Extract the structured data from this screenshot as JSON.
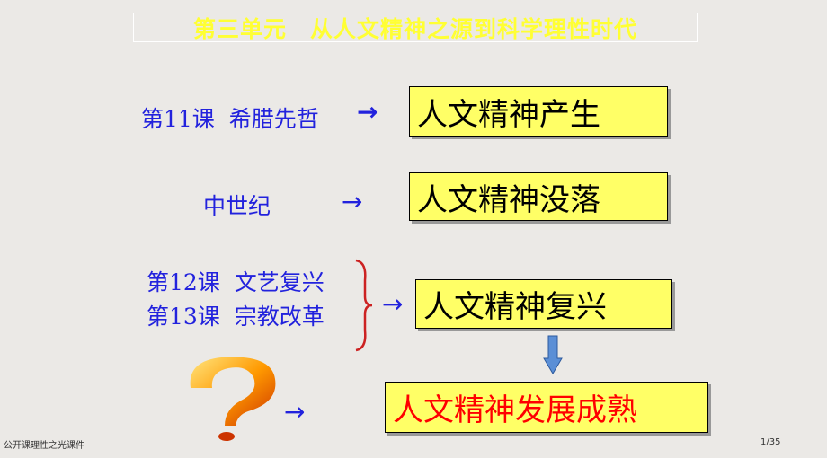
{
  "title": "第三单元　从人文精神之源到科学理性时代",
  "rows": [
    {
      "lesson": "第11课  希腊先哲",
      "arrow": "→",
      "box": "人文精神产生"
    },
    {
      "lesson": "中世纪",
      "arrow": "→",
      "box": "人文精神没落"
    },
    {
      "lesson": "第12课  文艺复兴",
      "lesson2": "第13课  宗教改革",
      "arrow": "→",
      "box": "人文精神复兴"
    },
    {
      "arrow": "→",
      "box": "人文精神发展成熟"
    }
  ],
  "footer": {
    "left": "公开课理性之光课件",
    "right": "1/35"
  },
  "colors": {
    "title": "#ffff33",
    "lesson": "#2222dd",
    "box": "#ffff66",
    "final_text": "#ff0000",
    "brace": "#cc2222",
    "down_arrow": "#5b8fd6"
  }
}
